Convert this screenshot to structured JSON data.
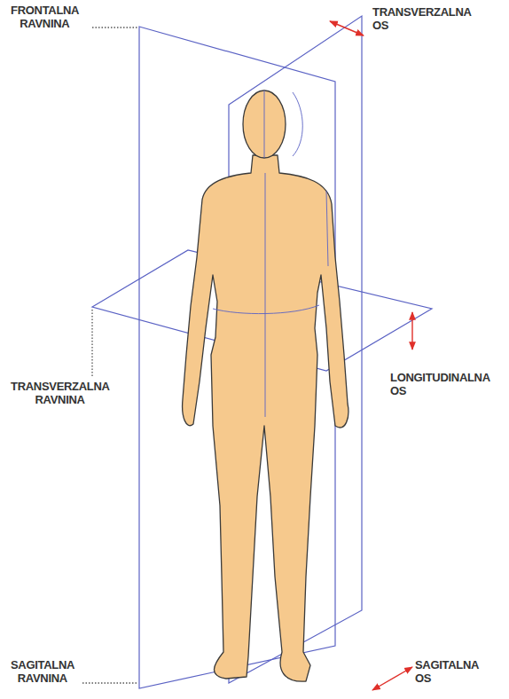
{
  "diagram": {
    "labels": [
      "FRONTALNA RAVNINA",
      "TRANSVERZALNA OS",
      "TRANSVERZALNA RAVNINA",
      "LONGITUDINALNA OS",
      "SAGITALNA RAVNINA",
      "SAGITALNA OS"
    ]
  }
}
